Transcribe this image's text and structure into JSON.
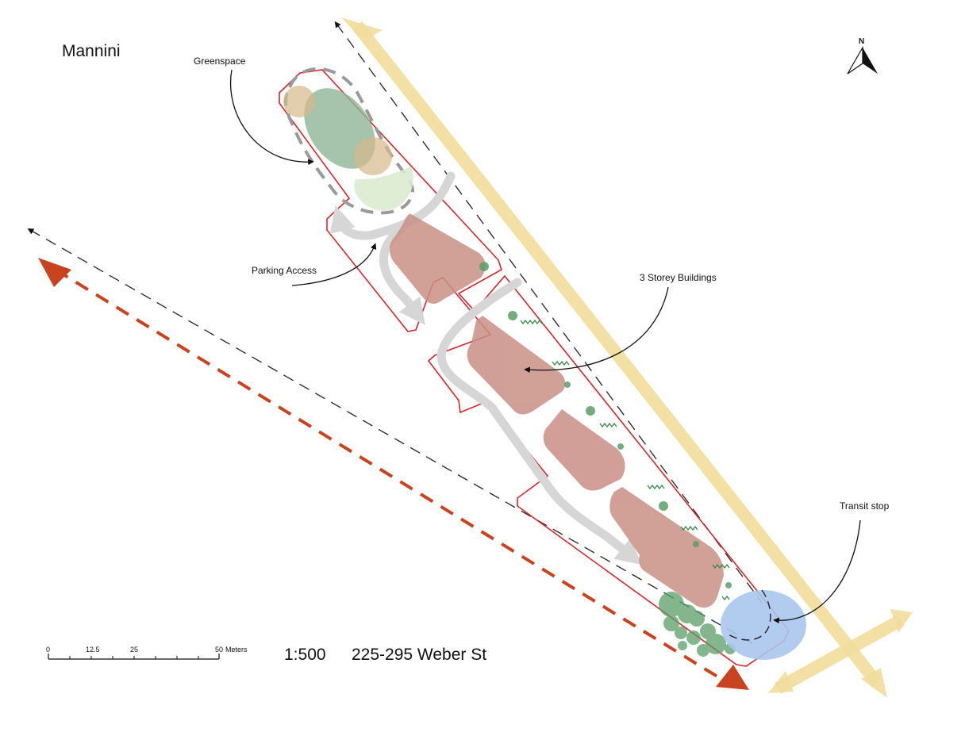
{
  "title": "Mannini",
  "north_label": "N",
  "labels": {
    "greenspace": "Greenspace",
    "parking_access": "Parking Access",
    "buildings": "3 Storey Buildings",
    "transit_stop": "Transit stop"
  },
  "scale_bar": {
    "ticks": [
      "0",
      "12.5",
      "25",
      "50"
    ],
    "unit": "Meters"
  },
  "scale_ratio": "1:500",
  "address": "225-295 Weber St",
  "colors": {
    "site_boundary": "#d6262c",
    "building": "#c98f85",
    "greenspace": "#8fb596",
    "tree": "#5c9e68",
    "transit_stop": "#a9c7ec",
    "major_road": "#f1dd9c",
    "traffic_arrow": "#c8431f",
    "circulation": "#d6d6d6"
  }
}
